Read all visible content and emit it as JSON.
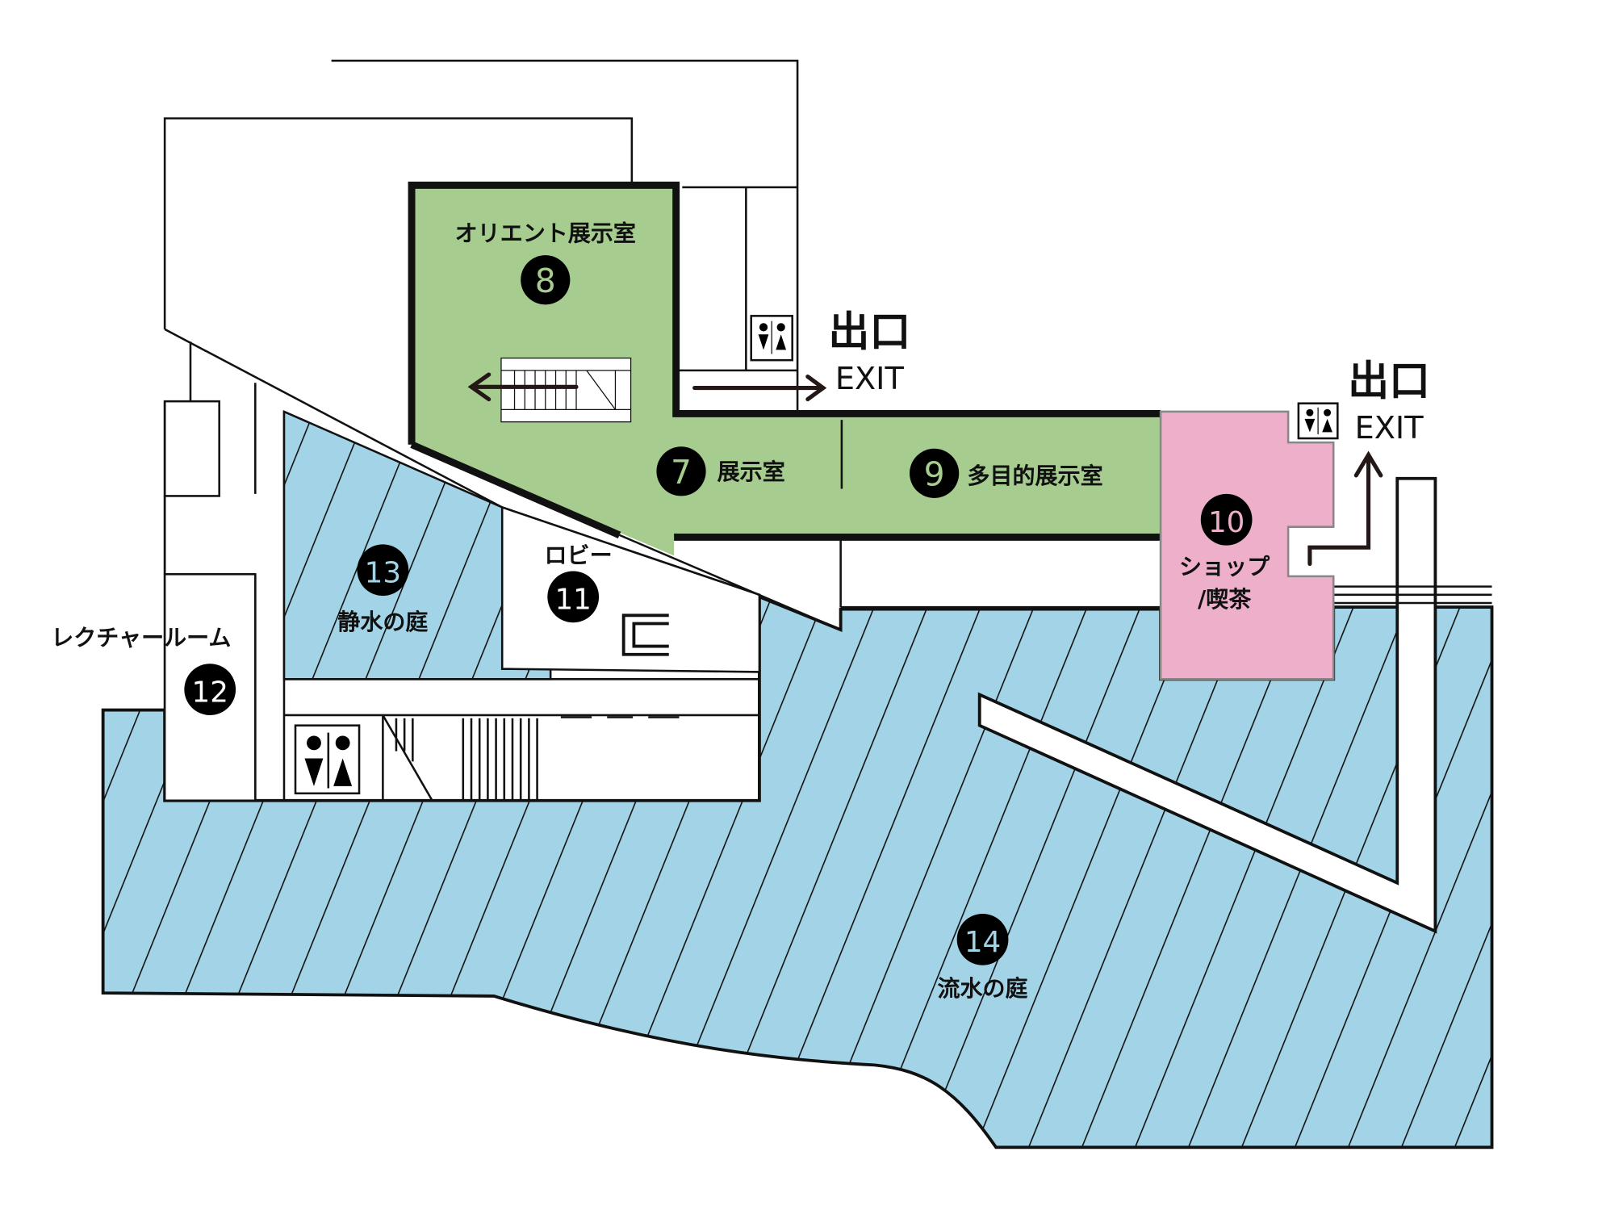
{
  "colors": {
    "exhibit": "#a6cc8f",
    "shop": "#edafc9",
    "garden": "#a3d3e6",
    "wall": "#111111"
  },
  "rooms": [
    {
      "num": "8",
      "name": "オリエント展示室"
    },
    {
      "num": "7",
      "name": "展示室"
    },
    {
      "num": "9",
      "name": "多目的展示室"
    },
    {
      "num": "10",
      "name": "ショップ",
      "name2": "/喫茶"
    },
    {
      "num": "11",
      "name": "ロビー"
    },
    {
      "num": "12",
      "name": "レクチャールーム"
    },
    {
      "num": "13",
      "name": "静水の庭"
    },
    {
      "num": "14",
      "name": "流水の庭"
    }
  ],
  "exits": [
    {
      "ja": "出口",
      "en": "EXIT"
    },
    {
      "ja": "出口",
      "en": "EXIT"
    }
  ],
  "icons": [
    "restroom-icon",
    "stairs-icon",
    "elevator-icon",
    "arrow-icon"
  ]
}
